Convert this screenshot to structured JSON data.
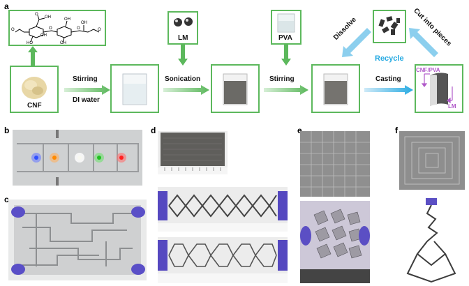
{
  "panels": {
    "a": "a",
    "b": "b",
    "c": "c",
    "d": "d",
    "e": "e",
    "f": "f"
  },
  "flow": {
    "cnf_label": "CNF",
    "lm_label": "LM",
    "pva_label": "PVA",
    "step1_top": "Stirring",
    "step1_bottom": "DI water",
    "step2": "Sonication",
    "step3": "Stirring",
    "step4": "Casting",
    "dissolve": "Dissolve",
    "recycle": "Recycle",
    "cut": "Cut into pieces",
    "film_top": "CNF/PVA",
    "film_bottom": "LM"
  },
  "chem": {
    "oh1": "OH",
    "oh2": "OH",
    "oh3": "OH",
    "oh4": "OH",
    "o1": "O",
    "o2": "O",
    "o3": "O",
    "o4": "O",
    "ho": "HO",
    "o_top": "O",
    "oh_top": "OH"
  },
  "colors": {
    "green_box": "#5cb85c",
    "green_arrow": "#5cb85c",
    "blue_arrow": "#29abe2",
    "purple": "#b05ac9"
  },
  "leds": [
    "blue",
    "orange",
    "white",
    "green",
    "red"
  ]
}
